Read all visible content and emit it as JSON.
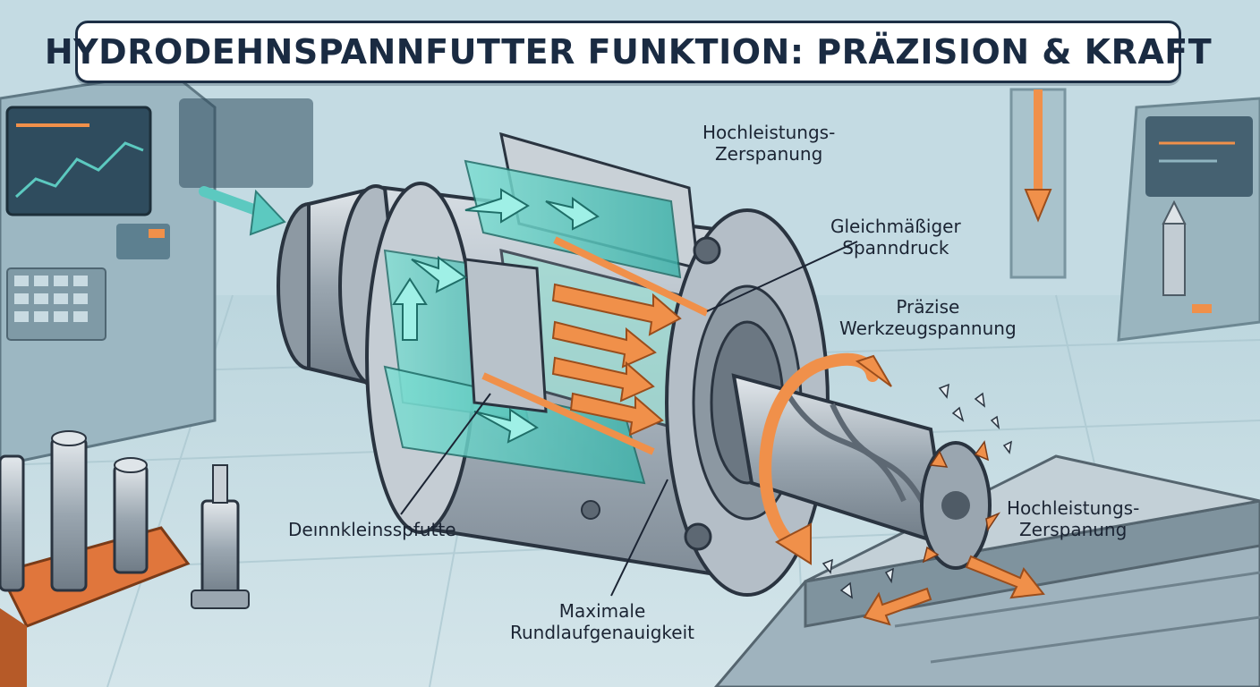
{
  "title": "HYDRODEHNSPANNFUTTER FUNKTION: PRÄZISION & KRAFT",
  "labels": {
    "hochleistung_top": [
      "Hochleistungs-",
      "Zerspanung"
    ],
    "spanndruck": [
      "Gleichmäßiger",
      "Spanndruck"
    ],
    "werkzeugspannung": [
      "Präzise",
      "Werkzeugspannung"
    ],
    "hochleistung_right": [
      "Hochleistungs-",
      "Zerspanung"
    ],
    "dehnkleinspfutte": [
      "Deınnkleinsspfutte"
    ],
    "rundlauf": [
      "Maximale",
      "Rundlaufgenauigkeit"
    ]
  },
  "colors": {
    "background": "#c9dfe6",
    "chuck_body": "#b9c3cc",
    "hydraulic_fluid": "#5cc9c0",
    "pressure_arrow": "#f0904a",
    "outline": "#2a3440"
  },
  "icons": [
    "input-arrow-icon",
    "rotation-arrow-icon",
    "pressure-arrow-icon",
    "flow-arrow-icon",
    "chip-fragment-icon"
  ]
}
